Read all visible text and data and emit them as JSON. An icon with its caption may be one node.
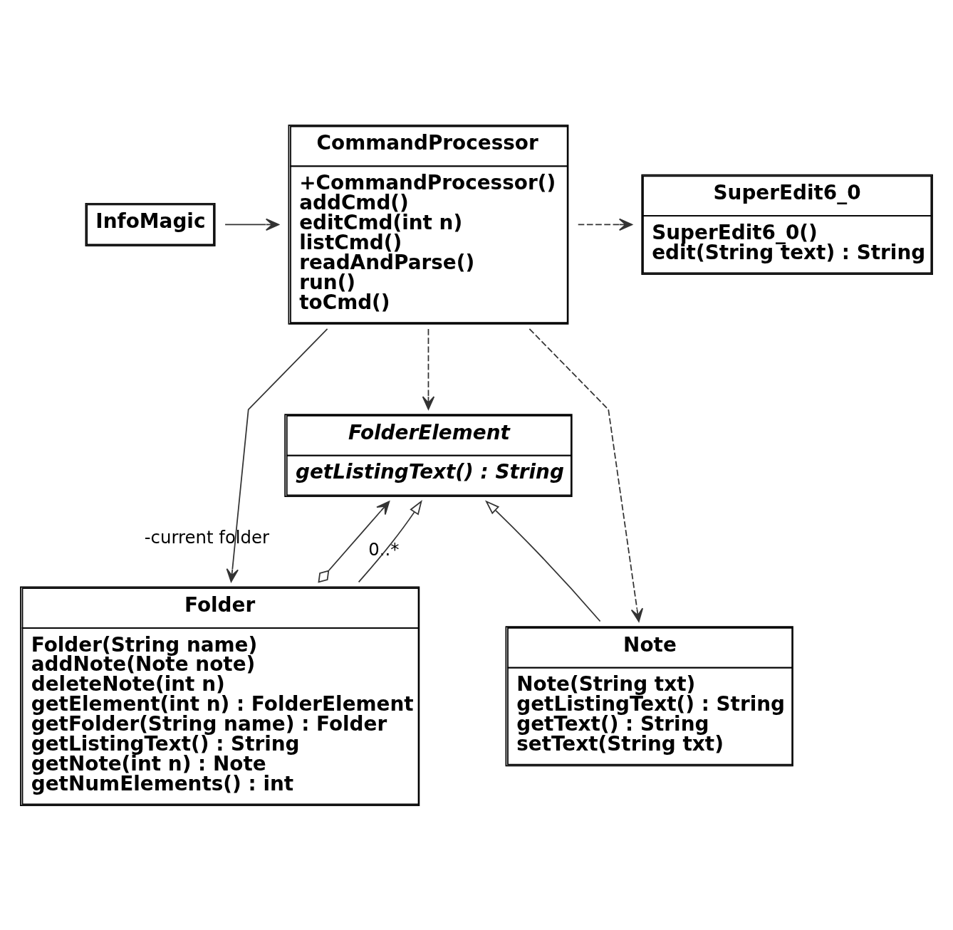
{
  "diagram": {
    "nodes": [
      {
        "text": [
          "InfoMagic"
        ]
      },
      {
        "text": [
          "CommandProcessor",
          "+CommandProcessor()",
          "addCmd()",
          "editCmd(int n)",
          "listCmd()",
          "readAndParse()",
          "run()",
          "toCmd()"
        ]
      },
      {
        "text": [
          "SuperEdit6_0",
          "SuperEdit6_0()",
          "edit(String text) : String"
        ]
      },
      {
        "text": [
          "FolderElement",
          "getListingText() : String"
        ]
      },
      {
        "text": [
          "Folder",
          "Folder(String name)",
          "addNote(Note note)",
          "deleteNote(int n)",
          "getElement(int n) : FolderElement",
          "getFolder(String name) : Folder",
          "getListingText() : String",
          "getNote(int n) : Note",
          "getNumElements() : int"
        ]
      },
      {
        "text": [
          "Note",
          "Note(String txt)",
          "getListingText() : String",
          "getText() : String",
          "setText(String txt)"
        ]
      }
    ],
    "edges": [
      {
        "from": 0,
        "to": 1,
        "arrow": "to"
      },
      {
        "from": 1,
        "to": 2,
        "arrow": "to",
        "style": "dashed"
      },
      {
        "from": 1,
        "to": 3,
        "arrow": "to",
        "style": "dashed"
      },
      {
        "from": 1,
        "to": 5,
        "arrow": "to",
        "style": "dashed"
      },
      {
        "from": 1,
        "to": 4,
        "arrow": "to",
        "label": "-current folder"
      },
      {
        "from": 4,
        "to": 3,
        "arrow": "to",
        "label": "0..*"
      },
      {
        "from": 4,
        "to": 3,
        "arrow": "to"
      },
      {
        "from": 5,
        "to": 3,
        "arrow": "to"
      }
    ]
  }
}
